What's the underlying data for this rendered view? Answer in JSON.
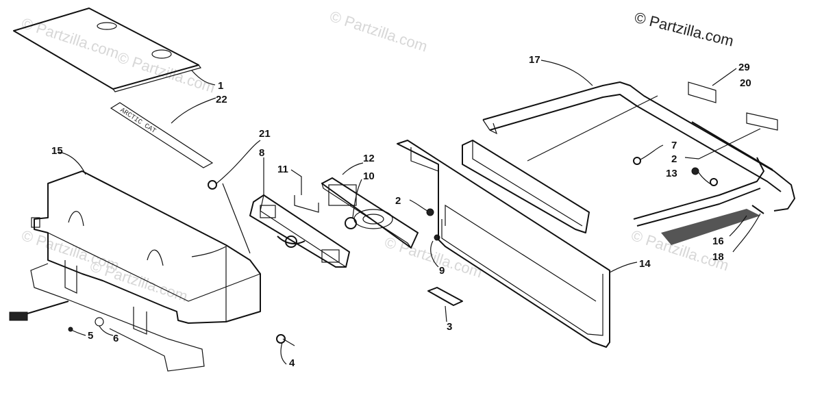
{
  "copyright": "© Partzilla.com",
  "watermarks": [
    "© Partzilla.com",
    "© Partzilla.com",
    "© Partzilla.com",
    "© Partzilla.com",
    "© Partzilla.com",
    "© Partzilla.com",
    "© Partzilla.com"
  ],
  "decal_text": "ARCTIC CAT",
  "callouts": {
    "c1": "1",
    "c22": "22",
    "c15": "15",
    "c21": "21",
    "c8": "8",
    "c11": "11",
    "c12": "12",
    "c10": "10",
    "c2a": "2",
    "c2b": "2",
    "c9": "9",
    "c3": "3",
    "c5": "5",
    "c6": "6",
    "c4": "4",
    "c14": "14",
    "c17": "17",
    "c29": "29",
    "c20": "20",
    "c7": "7",
    "c13": "13",
    "c16": "16",
    "c18": "18"
  }
}
